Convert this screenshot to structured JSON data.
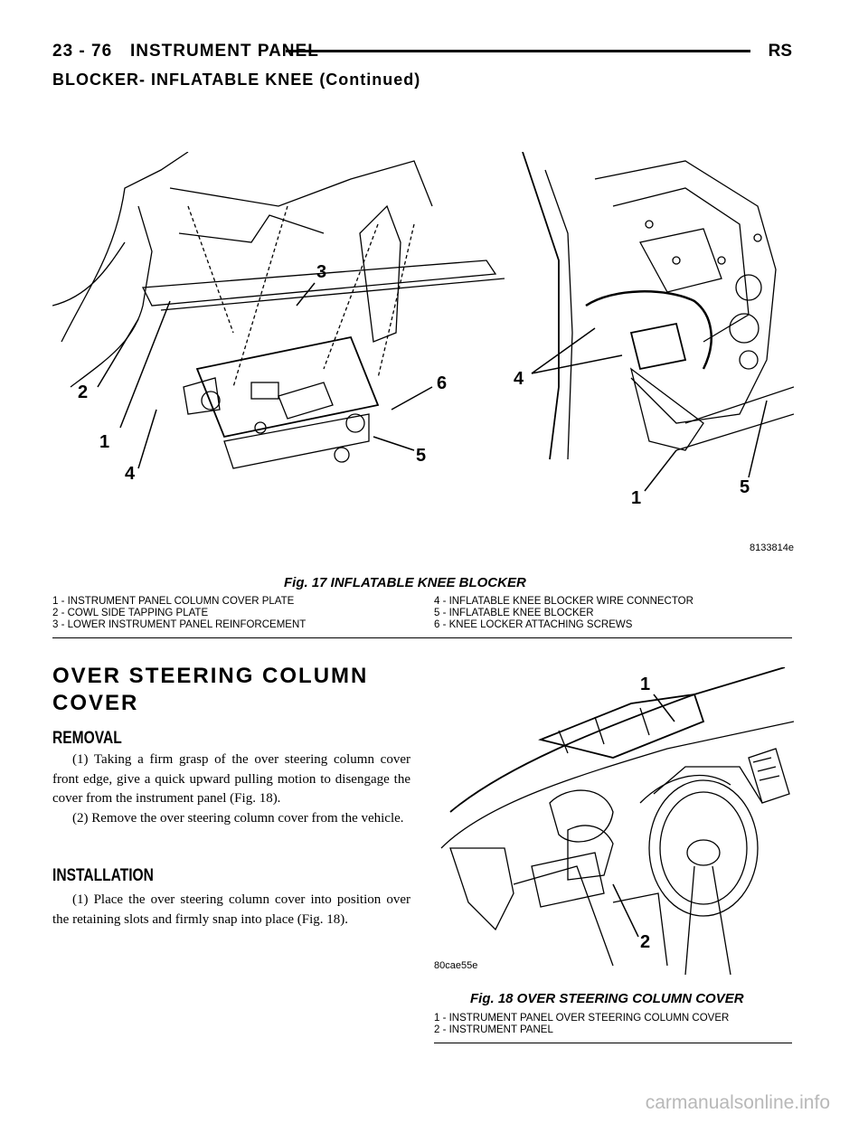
{
  "header": {
    "page_number": "23 - 76",
    "section": "INSTRUMENT PANEL",
    "code": "RS"
  },
  "continued_title": "BLOCKER- INFLATABLE KNEE (Continued)",
  "figure17": {
    "art_id": "8133814e",
    "callouts": [
      "1",
      "2",
      "3",
      "4",
      "5",
      "6",
      "4",
      "1",
      "5"
    ],
    "caption": "Fig. 17 INFLATABLE KNEE BLOCKER",
    "legend_left": [
      "1 - INSTRUMENT PANEL COLUMN COVER PLATE",
      "2 - COWL SIDE TAPPING PLATE",
      "3 - LOWER INSTRUMENT PANEL REINFORCEMENT"
    ],
    "legend_right": [
      "4 - INFLATABLE KNEE BLOCKER WIRE CONNECTOR",
      "5 - INFLATABLE KNEE BLOCKER",
      "6 - KNEE LOCKER ATTACHING SCREWS"
    ]
  },
  "section_title": "OVER STEERING COLUMN COVER",
  "removal": {
    "heading": "REMOVAL",
    "steps": [
      "(1) Taking a firm grasp of the over steering column cover front edge, give a quick upward pulling motion to disengage the cover from the instrument panel (Fig. 18).",
      "(2) Remove the over steering column cover from the vehicle."
    ]
  },
  "installation": {
    "heading": "INSTALLATION",
    "steps": [
      "(1) Place the over steering column cover into position over the retaining slots and firmly snap into place (Fig. 18)."
    ]
  },
  "figure18": {
    "art_id": "80cae55e",
    "callouts": [
      "1",
      "2"
    ],
    "caption": "Fig. 18 OVER STEERING COLUMN COVER",
    "legend": [
      "1 - INSTRUMENT PANEL OVER STEERING COLUMN COVER",
      "2 - INSTRUMENT PANEL"
    ]
  },
  "watermark": "carmanualsonline.info"
}
